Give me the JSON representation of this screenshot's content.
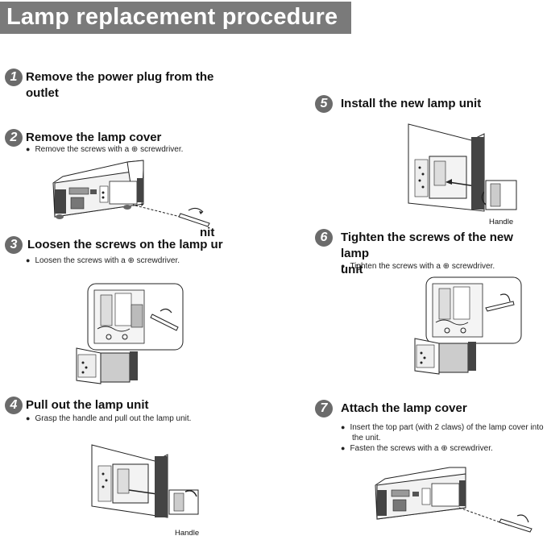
{
  "header": {
    "title": "Lamp replacement procedure"
  },
  "steps": [
    {
      "number": "1",
      "title_line1": "Remove the power plug from the",
      "title_line2": "outlet"
    },
    {
      "number": "2",
      "title": "Remove the lamp cover",
      "bullets": [
        "Remove the screws with a ⊕ screwdriver."
      ]
    },
    {
      "number": "3",
      "title": "Loosen the screws on the lamp ur",
      "overflow_text": "nit",
      "bullets": [
        "Loosen the screws with a ⊕ screwdriver."
      ]
    },
    {
      "number": "4",
      "title": "Pull out the lamp unit",
      "bullets": [
        "Grasp the handle and pull out the lamp unit."
      ],
      "handle_label": "Handle"
    },
    {
      "number": "5",
      "title": "Install the new lamp unit",
      "handle_label": "Handle"
    },
    {
      "number": "6",
      "title_line1": "Tighten the screws of the new lamp",
      "title_line2": "unit",
      "bullets": [
        "Tighten the screws with a ⊕ screwdriver."
      ]
    },
    {
      "number": "7",
      "title": "Attach the lamp cover",
      "bullets": [
        "Insert the top part (with 2 claws) of the lamp cover into",
        "the unit.",
        "Fasten the screws with a ⊕ screwdriver."
      ]
    }
  ]
}
